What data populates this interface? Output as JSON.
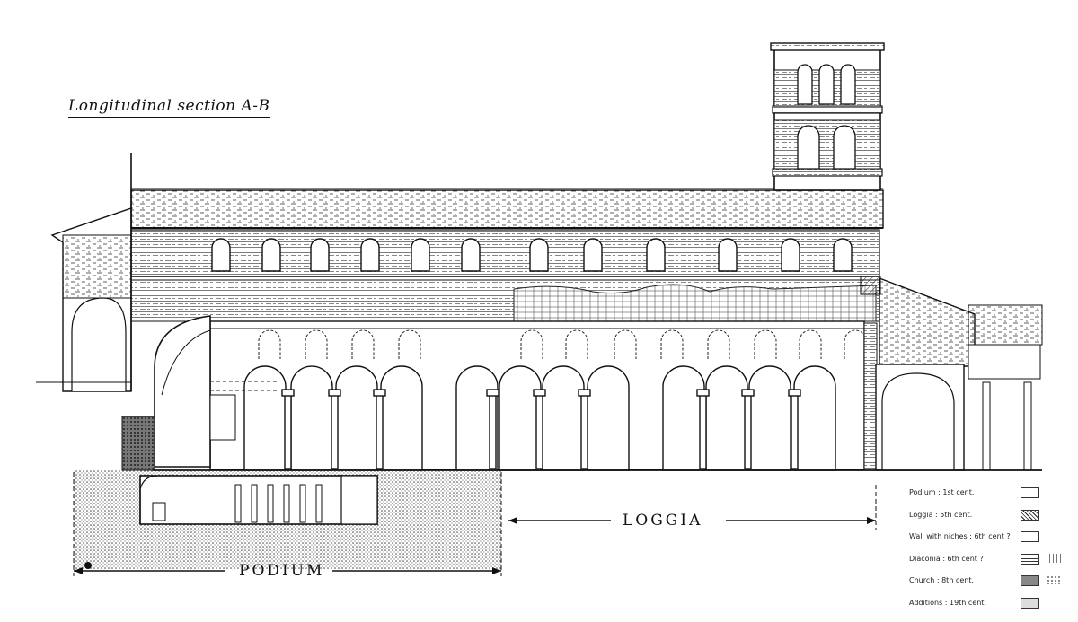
{
  "title": "Longitudinal section A-B",
  "dimensions": {
    "loggia": "LOGGIA",
    "podium": "PODIUM"
  },
  "legend": [
    {
      "label": "Podium : 1st cent.",
      "swatch": "plain"
    },
    {
      "label": "Loggia : 5th cent.",
      "swatch": "hatch"
    },
    {
      "label": "Wall with niches : 6th cent ?",
      "swatch": "plain"
    },
    {
      "label": "Diaconia : 6th cent ?",
      "swatch": "brick"
    },
    {
      "label": "Church : 8th cent.",
      "swatch": "dots"
    },
    {
      "label": "Additions : 19th cent.",
      "swatch": "light"
    }
  ]
}
